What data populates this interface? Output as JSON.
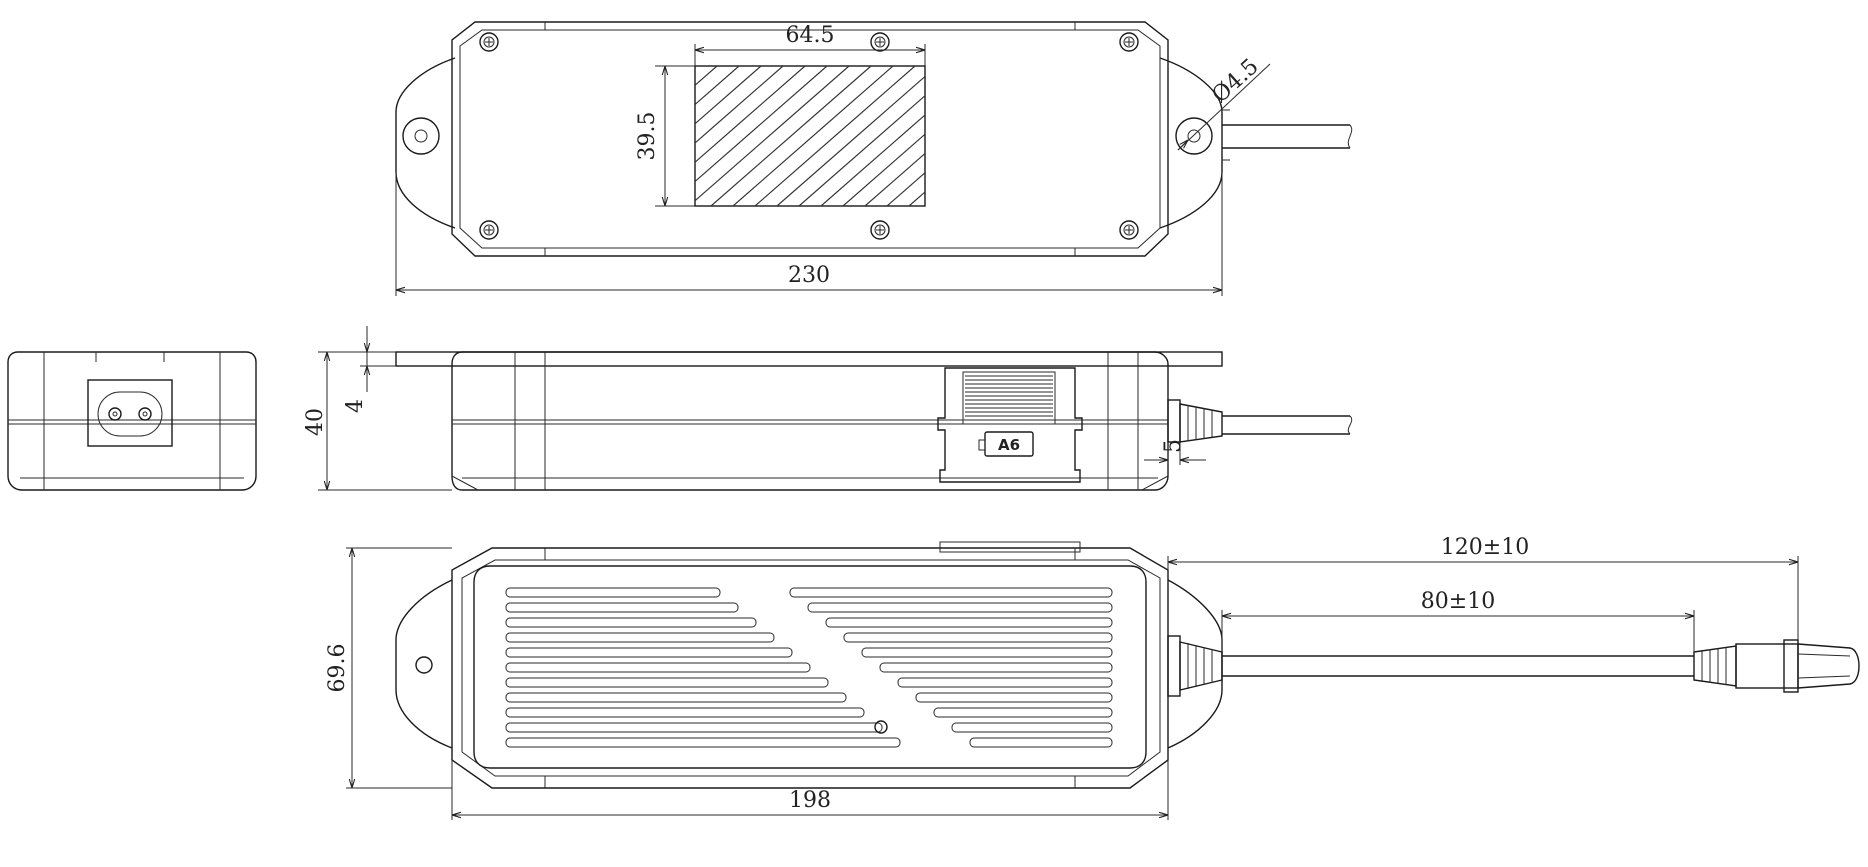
{
  "dimensions": {
    "label_width_top": "64.5",
    "label_height_top": "39.5",
    "label_hole": "Ø4.5",
    "overall_length": "230",
    "side_height": "40",
    "flange_thickness": "4",
    "connector_offset": "5",
    "body_width": "69.6",
    "body_length": "198",
    "cable_length_total": "120±10",
    "cable_length_inner": "80±10"
  },
  "markings": {
    "connector_code": "A6"
  }
}
